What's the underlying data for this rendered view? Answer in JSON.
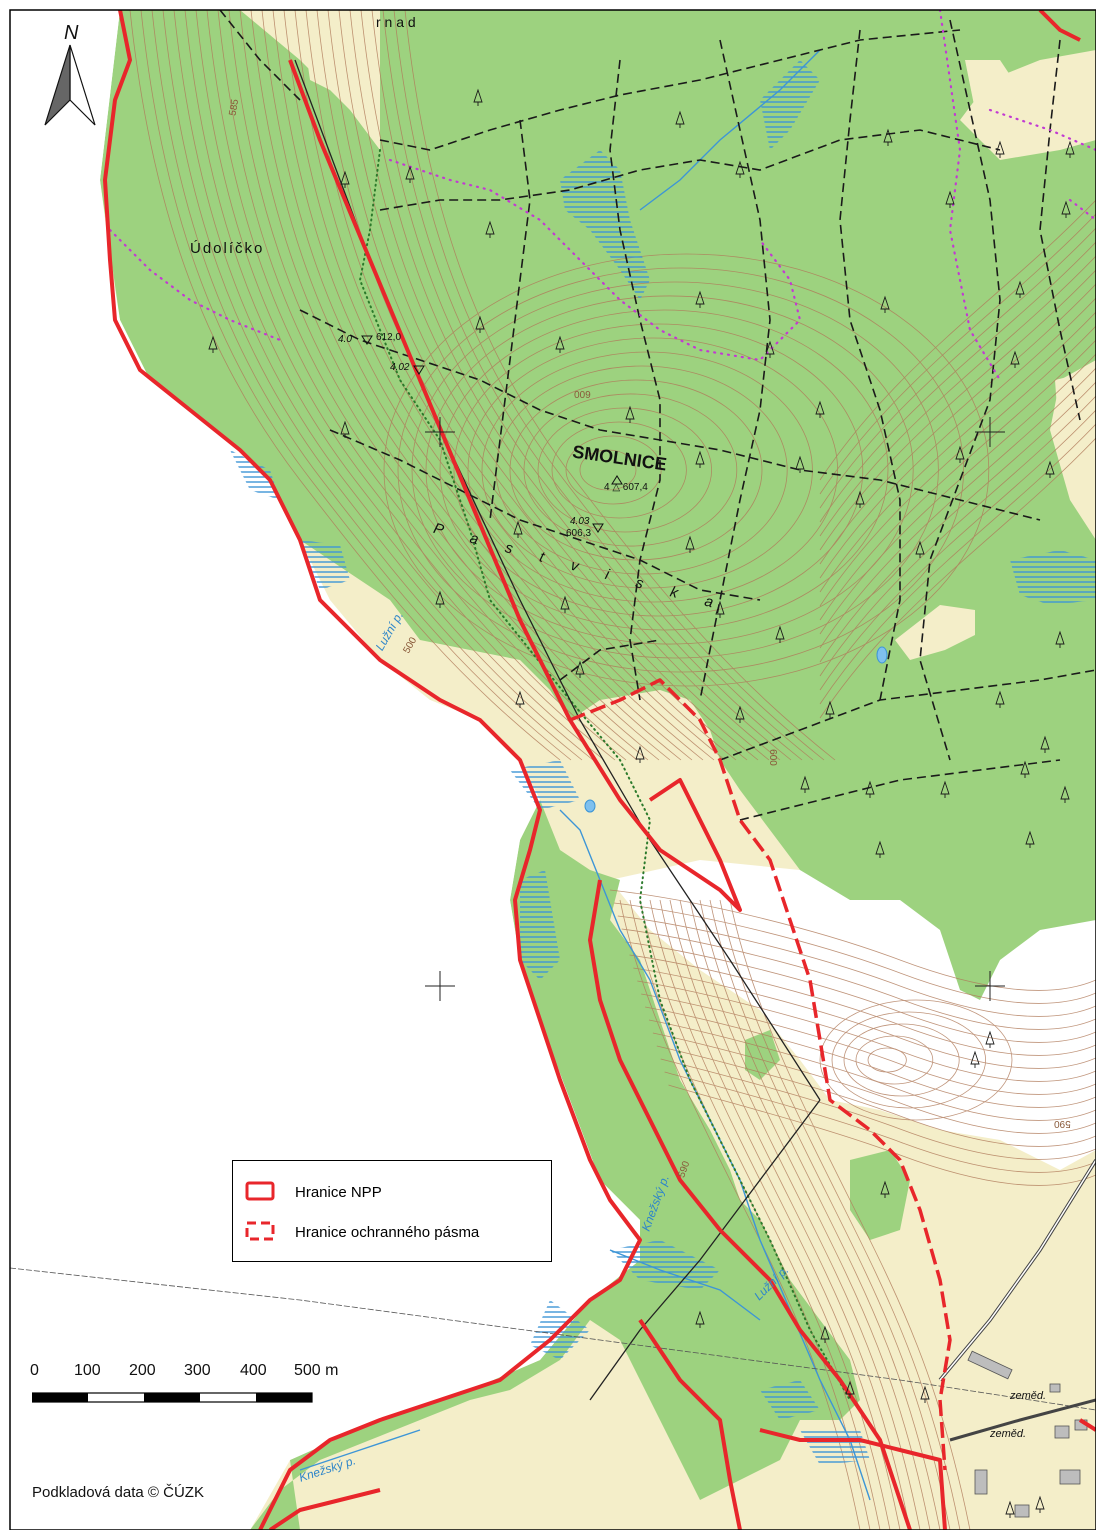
{
  "title_fragment": "r n a d",
  "place_names": {
    "udolicko": "Údolíčko",
    "smolnice": "SMOLNICE",
    "pastviska": "P a s t v i s k a"
  },
  "water_names": {
    "luzni_upper": "Lužní p.",
    "luzni_lower": "Lužní p.",
    "knezsky_mid": "Knežský p.",
    "knezsky_lower": "Knežský p."
  },
  "spot_heights": {
    "h1_id": "4.0",
    "h1_val": "612,0",
    "h2_id": "4.02",
    "h3": "4 △ 607,4",
    "h4_id": "4.03",
    "h4_val": "606,3"
  },
  "contour_labels": {
    "c1": "585",
    "c2": "600",
    "c3": "500",
    "c4": "600",
    "c5": "590",
    "c6": "590"
  },
  "settlement_labels": {
    "zemed1": "zeměd.",
    "zemed2": "zeměd."
  },
  "north_arrow": {
    "label": "N"
  },
  "legend": {
    "items": [
      {
        "label": "Hranice NPP",
        "style": "solid"
      },
      {
        "label": "Hranice ochranného pásma",
        "style": "dashed"
      }
    ]
  },
  "scale_bar": {
    "ticks": [
      "0",
      "100",
      "200",
      "300",
      "400",
      "500 m"
    ]
  },
  "credit": "Podkladová data © ČÚZK",
  "colors": {
    "forest": "#9dd27f",
    "meadow": "#f4eec9",
    "boundary": "#e8262b",
    "contour": "#b07a5a",
    "water": "#3d95d6",
    "path": "#1a1a1a",
    "trail": "#c23ad2"
  },
  "icons": {
    "north": "north-arrow-icon",
    "tree": "conifer-tree-icon",
    "trig": "triangulation-point-icon"
  }
}
